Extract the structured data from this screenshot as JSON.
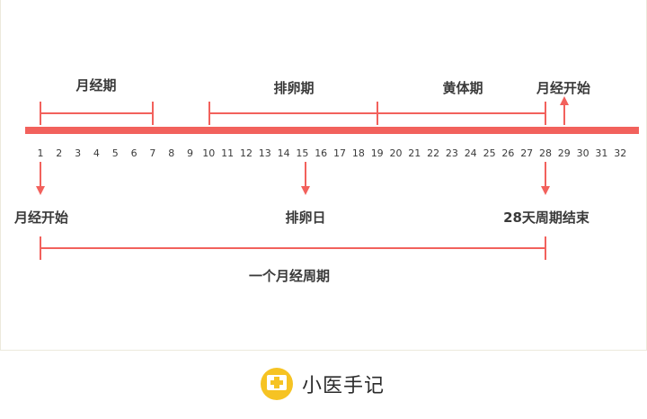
{
  "colors": {
    "accent": "#f2615c",
    "text": "#3a3a3a",
    "logo_yellow": "#f6c323"
  },
  "timeline": {
    "days": [
      "1",
      "2",
      "3",
      "4",
      "5",
      "6",
      "7",
      "8",
      "9",
      "10",
      "11",
      "12",
      "13",
      "14",
      "15",
      "16",
      "17",
      "18",
      "19",
      "20",
      "21",
      "22",
      "23",
      "24",
      "25",
      "26",
      "27",
      "28",
      "29",
      "30",
      "31",
      "32"
    ]
  },
  "phases": {
    "menstrual": "月经期",
    "follicular_ovulation": "排卵期",
    "luteal": "黄体期",
    "next_start": "月经开始"
  },
  "markers": {
    "start": "月经开始",
    "ovulation_day": "排卵日",
    "cycle_end": "28天周期结束"
  },
  "cycle_label": "一个月经周期",
  "brand": {
    "name": "小医手记",
    "icon": "medical-cross-icon"
  }
}
